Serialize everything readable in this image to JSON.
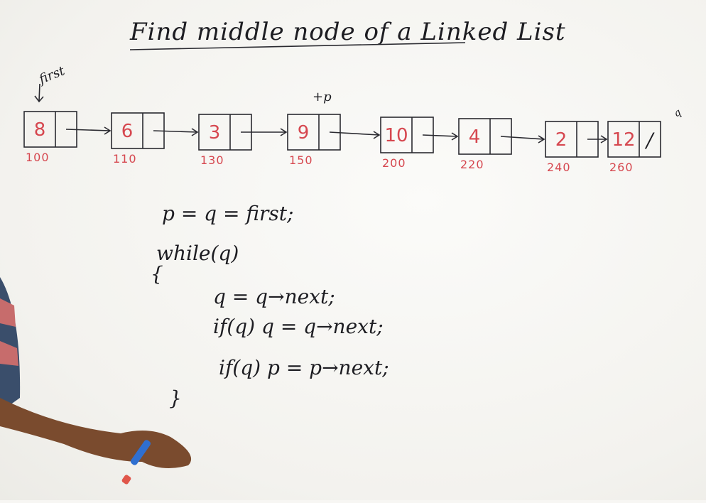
{
  "title": "Find middle node of a Linked List",
  "pointer_label": "first",
  "p_label": "+p",
  "q_label": "q",
  "nodes": [
    {
      "value": "8",
      "address": "100"
    },
    {
      "value": "6",
      "address": "110"
    },
    {
      "value": "3",
      "address": "130"
    },
    {
      "value": "9",
      "address": "150"
    },
    {
      "value": "10",
      "address": "200"
    },
    {
      "value": "4",
      "address": "220"
    },
    {
      "value": "2",
      "address": "240"
    },
    {
      "value": "12",
      "address": "260"
    }
  ],
  "null_mark": "/",
  "code": [
    "p = q = first;",
    "while(q)",
    "{",
    "q = q→next;",
    "if(q) q = q→next;",
    "if(q) p = p→next;",
    "}"
  ],
  "colors": {
    "ink": "#1d1d22",
    "marker_red": "#d6474f",
    "board": "#f7f6f3"
  }
}
